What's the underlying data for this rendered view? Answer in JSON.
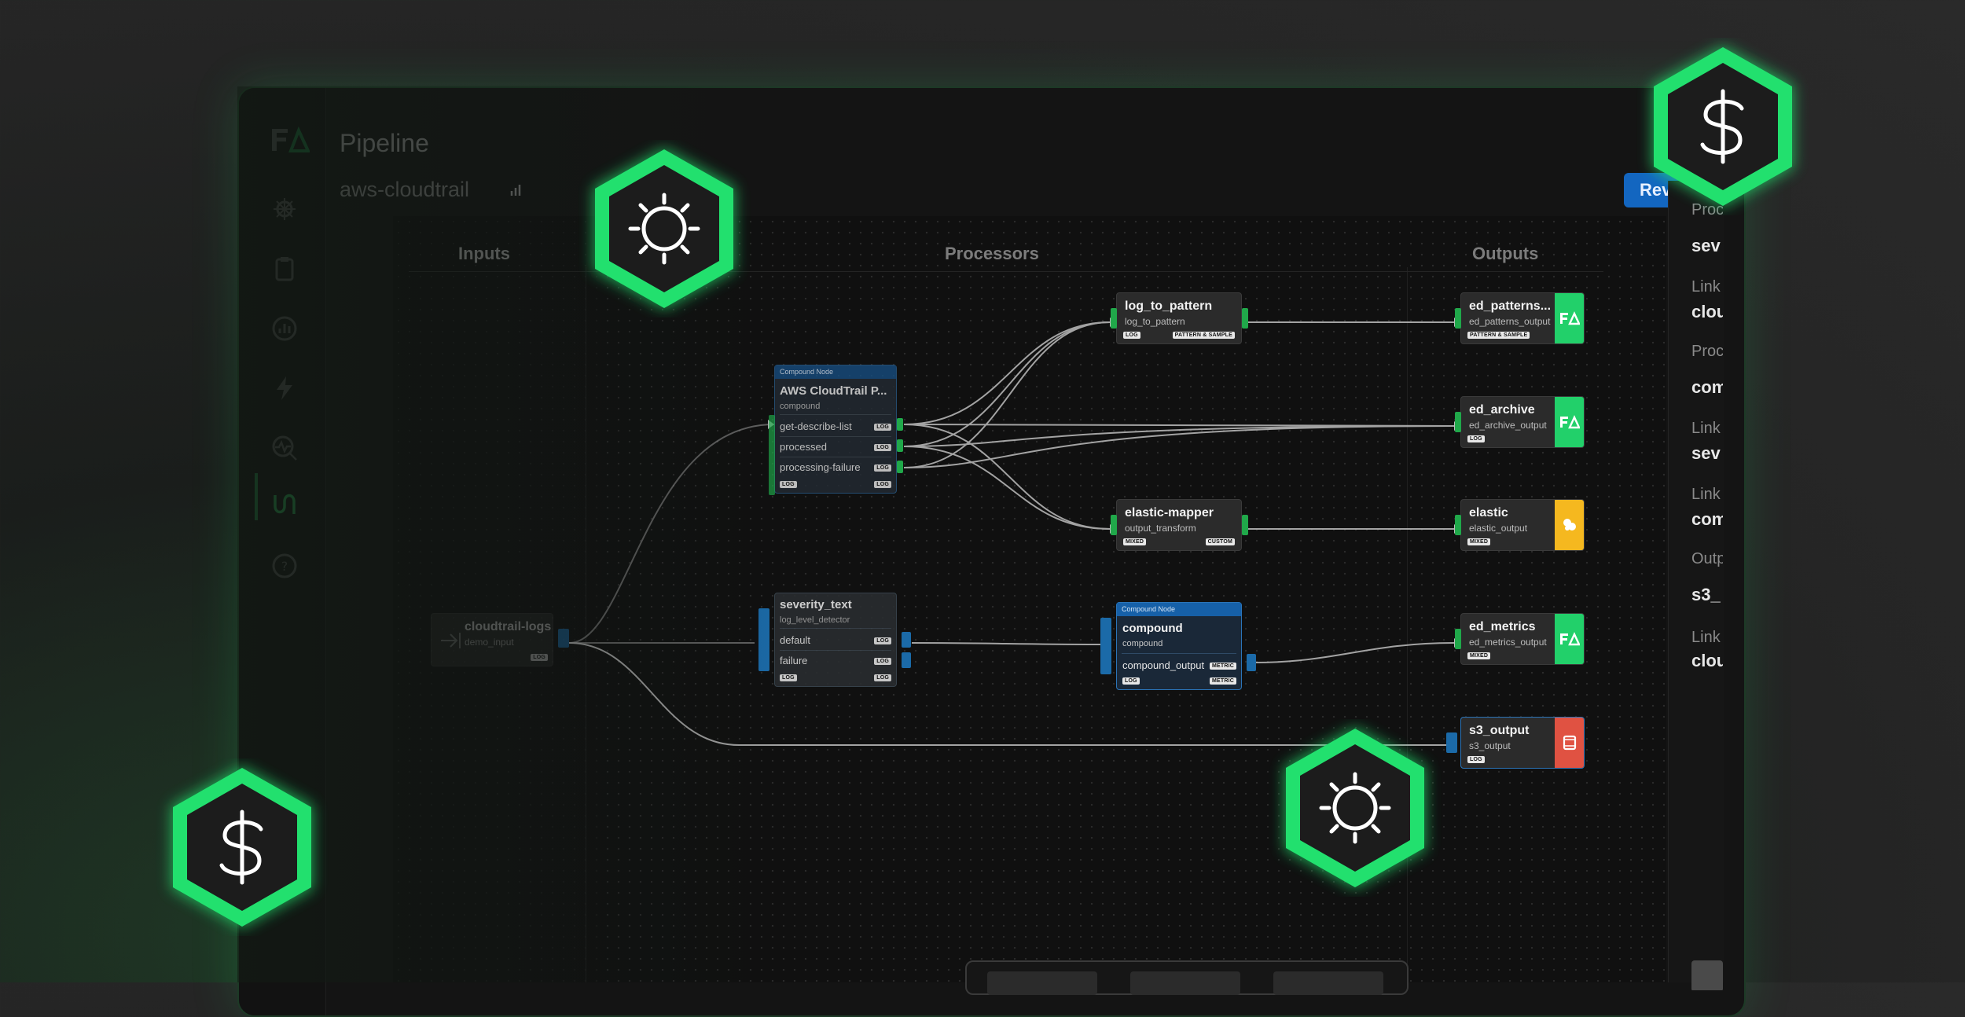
{
  "app": {
    "section_title": "Pipeline",
    "pipeline_name": "aws-cloudtrail",
    "review_button": "Revi"
  },
  "columns": {
    "inputs": "Inputs",
    "processors": "Processors",
    "outputs": "Outputs"
  },
  "colors": {
    "accent_green": "#22e06e",
    "port_green": "#20a84a",
    "port_blue": "#1b6aa8",
    "review_blue": "#1366c0",
    "elastic_yellow": "#f5b81f",
    "s3_red": "#e05242"
  },
  "sidebar_icons": [
    "logo-icon",
    "helm-icon",
    "clipboard-icon",
    "chart-icon",
    "lightning-icon",
    "search-pulse-icon",
    "pipeline-icon",
    "help-icon"
  ],
  "nodes": {
    "cloudtrail_logs": {
      "title": "cloudtrail-logs",
      "subtitle": "demo_input",
      "badge": "LOG"
    },
    "aws_compound": {
      "header": "Compound Node",
      "title": "AWS CloudTrail P...",
      "subtitle": "compound",
      "rows": [
        {
          "label": "get-describe-list",
          "badge": "LOG"
        },
        {
          "label": "processed",
          "badge": "LOG"
        },
        {
          "label": "processing-failure",
          "badge": "LOG"
        }
      ],
      "footer_left": "LOG",
      "footer_right": "LOG"
    },
    "severity_text": {
      "title": "severity_text",
      "subtitle": "log_level_detector",
      "rows": [
        {
          "label": "default",
          "badge": "LOG"
        },
        {
          "label": "failure",
          "badge": "LOG"
        }
      ],
      "footer_left": "LOG",
      "footer_right": "LOG"
    },
    "log_to_pattern": {
      "title": "log_to_pattern",
      "subtitle": "log_to_pattern",
      "badge_left": "LOG",
      "badge_right": "PATTERN & SAMPLE"
    },
    "elastic_mapper": {
      "title": "elastic-mapper",
      "subtitle": "output_transform",
      "badge_left": "MIXED",
      "badge_right": "CUSTOM"
    },
    "compound": {
      "header": "Compound Node",
      "title": "compound",
      "subtitle": "compound",
      "row": {
        "label": "compound_output",
        "badge": "METRIC"
      },
      "footer_left": "LOG",
      "footer_right": "METRIC"
    },
    "ed_patterns": {
      "title": "ed_patterns...",
      "subtitle": "ed_patterns_output",
      "badge": "PATTERN & SAMPLE"
    },
    "ed_archive": {
      "title": "ed_archive",
      "subtitle": "ed_archive_output",
      "badge": "LOG"
    },
    "elastic": {
      "title": "elastic",
      "subtitle": "elastic_output",
      "badge": "MIXED"
    },
    "ed_metrics": {
      "title": "ed_metrics",
      "subtitle": "ed_metrics_output",
      "badge": "MIXED"
    },
    "s3_output": {
      "title": "s3_output",
      "subtitle": "s3_output",
      "badge": "LOG"
    }
  },
  "side_panel": [
    {
      "text": "Proc",
      "bold": false
    },
    {
      "text": "sev",
      "bold": true
    },
    {
      "text": "Link",
      "bold": false
    },
    {
      "text": "clou",
      "bold": true
    },
    {
      "text": "Proc",
      "bold": false
    },
    {
      "text": "com",
      "bold": true
    },
    {
      "text": "Link",
      "bold": false
    },
    {
      "text": "sev",
      "bold": true
    },
    {
      "text": "Link",
      "bold": false
    },
    {
      "text": "com",
      "bold": true
    },
    {
      "text": "Outp",
      "bold": false
    },
    {
      "text": "s3_",
      "bold": true
    },
    {
      "text": "Link",
      "bold": false
    },
    {
      "text": "clou",
      "bold": true
    }
  ],
  "floating_badges": [
    {
      "name": "sun-hex-badge-top",
      "icon": "sun-icon"
    },
    {
      "name": "dollar-hex-badge-top-right",
      "icon": "dollar-icon"
    },
    {
      "name": "dollar-hex-badge-bottom-left",
      "icon": "dollar-icon"
    },
    {
      "name": "sun-hex-badge-bottom",
      "icon": "sun-icon"
    }
  ]
}
